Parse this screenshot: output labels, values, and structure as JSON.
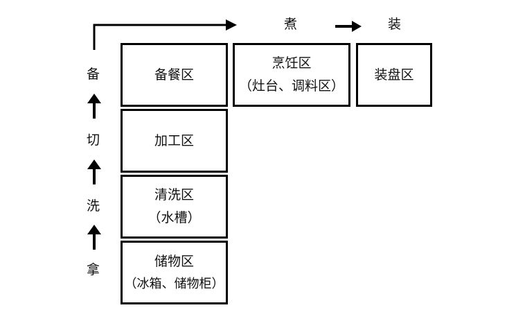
{
  "stages": {
    "prep": "备",
    "cut": "切",
    "wash": "洗",
    "take": "拿",
    "cook": "煮",
    "plate": "装"
  },
  "zones": {
    "prep_zone": {
      "name": "备餐区"
    },
    "process_zone": {
      "name": "加工区"
    },
    "wash_zone": {
      "name": "清洗区",
      "note": "（水槽）"
    },
    "storage_zone": {
      "name": "储物区",
      "note": "（冰箱、储物柜）"
    },
    "cooking_zone": {
      "name": "烹饪区",
      "note": "（灶台、调料区）"
    },
    "plating_zone": {
      "name": "装盘区"
    }
  },
  "colors": {
    "line": "#000000",
    "background": "#ffffff"
  }
}
